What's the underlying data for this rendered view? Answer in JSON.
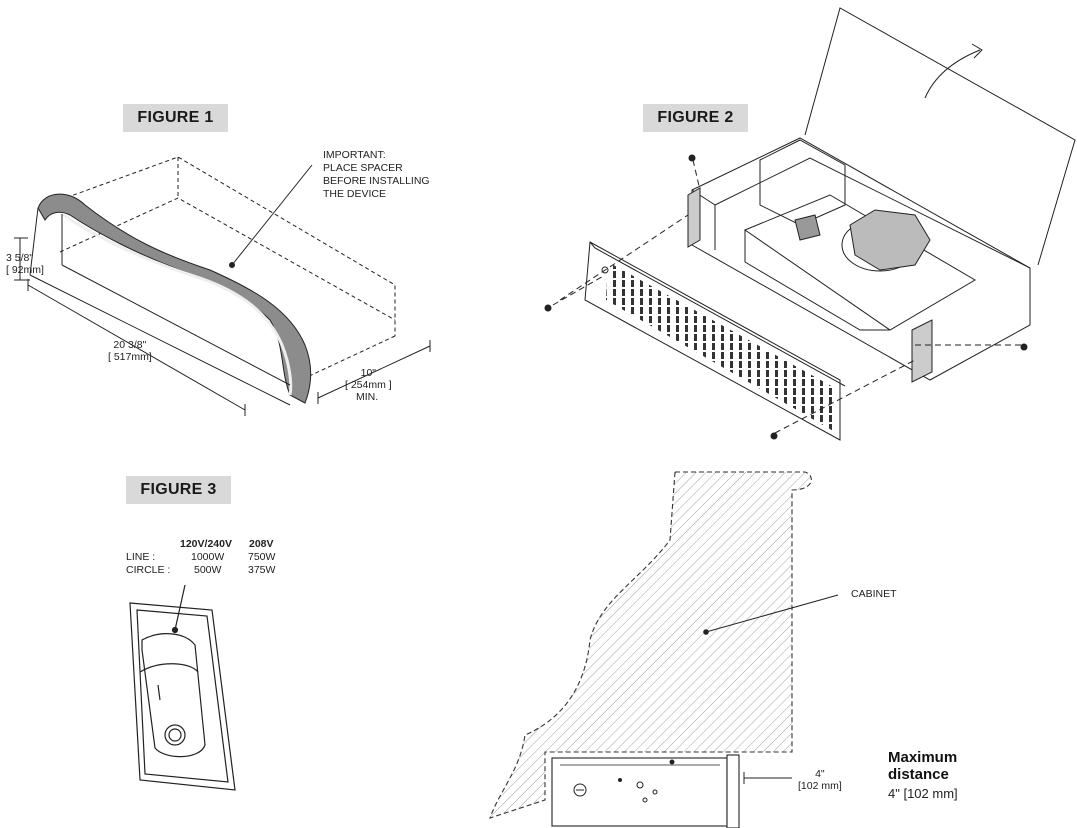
{
  "figure1": {
    "label": "FIGURE 1",
    "note": "IMPORTANT:\nPLACE SPACER\nBEFORE INSTALLING\nTHE DEVICE",
    "height_dim": "3 5/8\"\n[ 92mm]",
    "width_dim": "20 3/8\"\n[ 517mm]",
    "depth_dim": "10\"\n[ 254mm ]",
    "depth_min": "MIN."
  },
  "figure2": {
    "label": "FIGURE 2"
  },
  "figure3": {
    "label": "FIGURE 3",
    "table": {
      "headers": [
        "120V/240V",
        "208V"
      ],
      "rows": [
        {
          "label": "LINE :",
          "values": [
            "1000W",
            "750W"
          ]
        },
        {
          "label": "CIRCLE :",
          "values": [
            "500W",
            "375W"
          ]
        }
      ]
    }
  },
  "cabinet": {
    "label": "CABINET",
    "gap_dim": "4\"\n[102 mm]",
    "max_title": "Maximum\ndistance",
    "max_value": "4\" [102 mm]"
  },
  "colors": {
    "label_bg": "#d9d9d9",
    "hatch": "#9a9a9a",
    "spacer_fill": "#8c8c8c"
  }
}
